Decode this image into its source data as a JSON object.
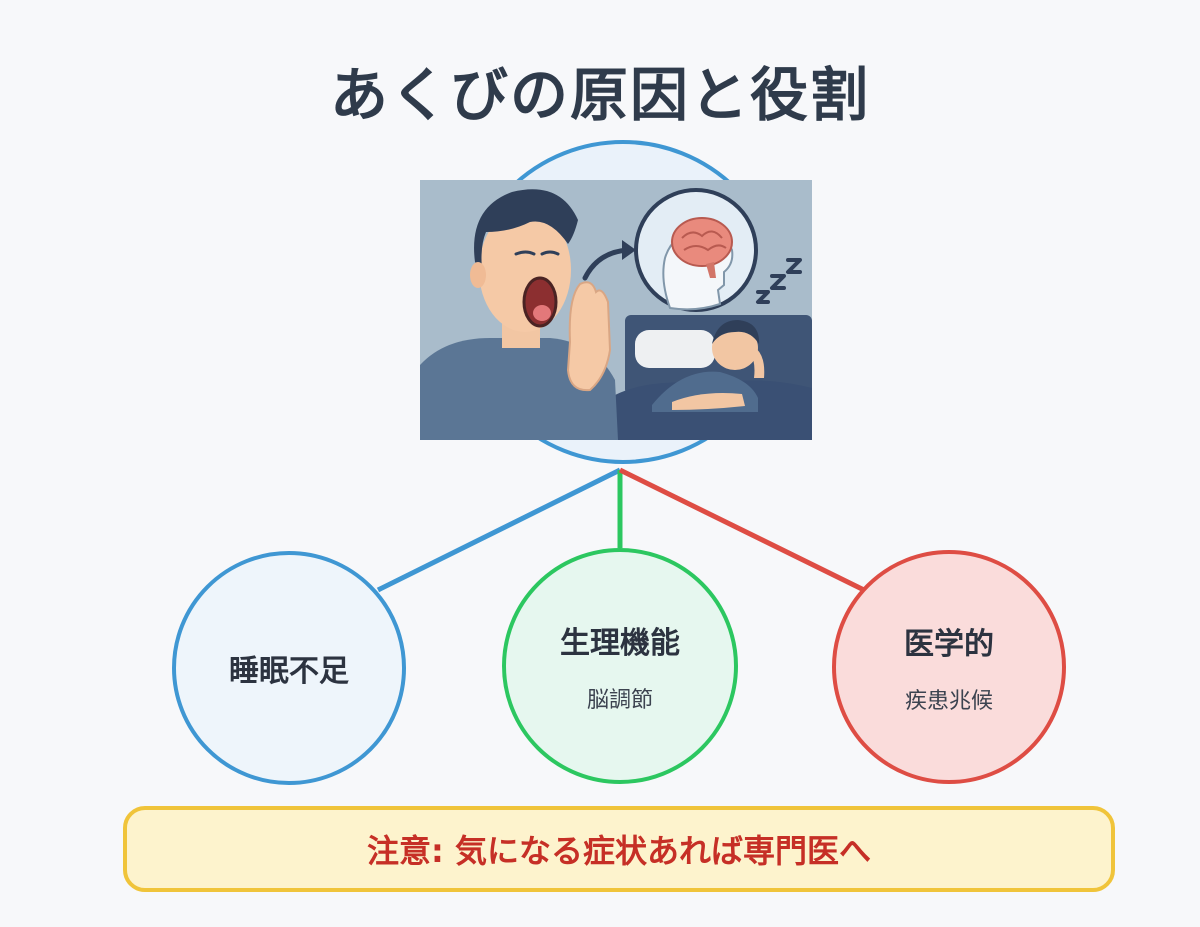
{
  "title": "あくびの原因と役割",
  "colors": {
    "blue": "#3f97d3",
    "green": "#2cc760",
    "red": "#de4d44",
    "note_border": "#f0c43a",
    "note_text": "#c62f26"
  },
  "illustration": {
    "icons": [
      "yawning-man-icon",
      "brain-icon",
      "sleeping-man-icon",
      "zzz-icon",
      "arrow-icon"
    ]
  },
  "nodes": [
    {
      "label": "睡眠不足",
      "sub": ""
    },
    {
      "label": "生理機能",
      "sub": "脳調節"
    },
    {
      "label": "医学的",
      "sub": "疾患兆候"
    }
  ],
  "note": {
    "text": "注意: 気になる症状あれば専門医へ"
  }
}
